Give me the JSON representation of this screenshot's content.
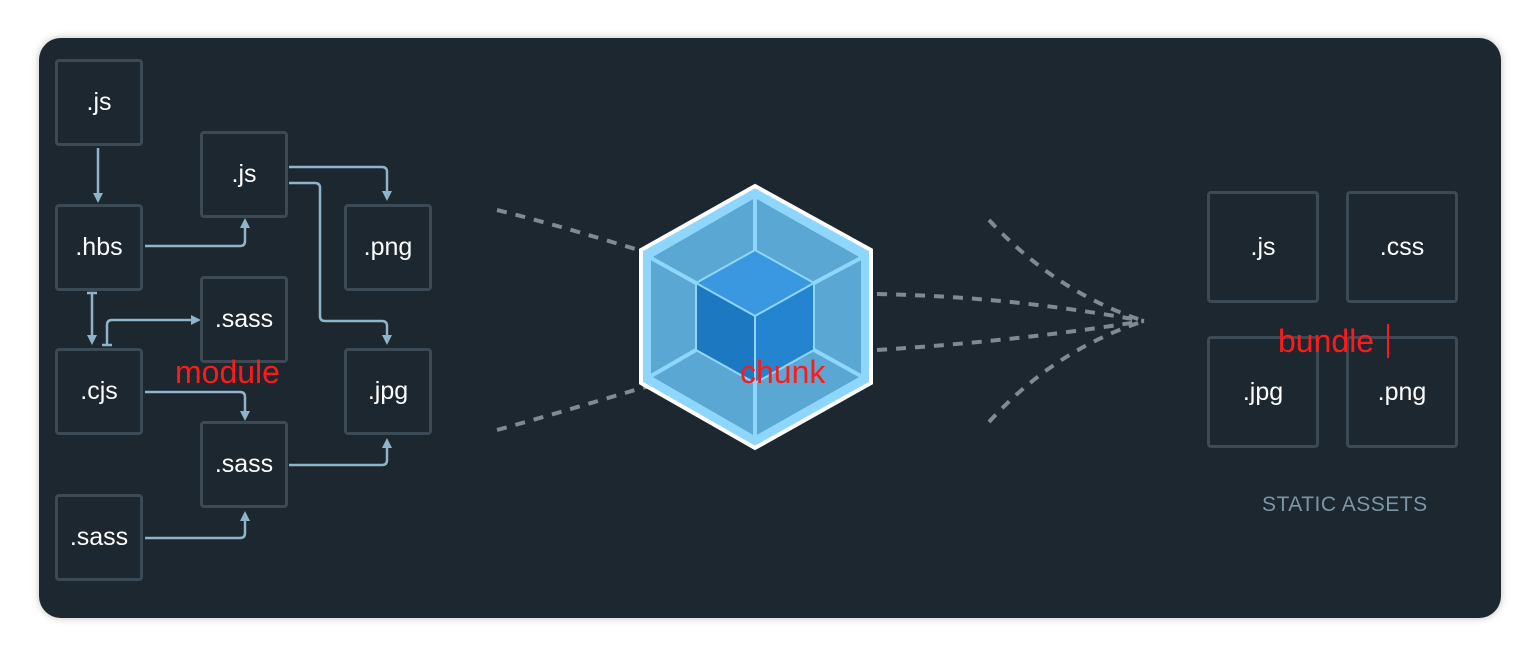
{
  "modules": {
    "js_top": ".js",
    "js_mid": ".js",
    "hbs": ".hbs",
    "png": ".png",
    "sass_a": ".sass",
    "cjs": ".cjs",
    "jpg": ".jpg",
    "sass_b": ".sass",
    "sass_c": ".sass"
  },
  "assets": {
    "js": ".js",
    "css": ".css",
    "jpg": ".jpg",
    "png": ".png",
    "caption": "STATIC ASSETS"
  },
  "labels": {
    "module": "module",
    "chunk": "chunk",
    "bundle": "bundle"
  },
  "colors": {
    "panel_bg": "#1c2730",
    "box_border": "#3b4a55",
    "arrow": "#8fb3c9",
    "dash": "#7e8b94",
    "cube_outer": "#8ed6fb",
    "cube_inner": "#1c78c0",
    "annotation": "#ff1a1a"
  }
}
